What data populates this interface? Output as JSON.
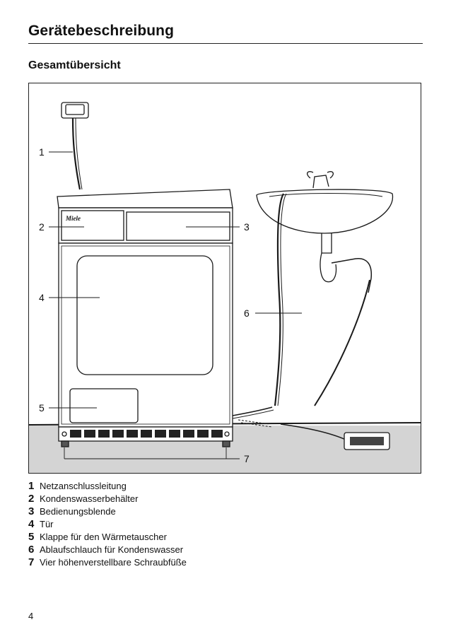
{
  "heading": "Gerätebeschreibung",
  "subheading": "Gesamtübersicht",
  "figure": {
    "brand_logo": "Miele",
    "callouts": [
      "1",
      "2",
      "3",
      "4",
      "5",
      "6",
      "7"
    ]
  },
  "legend": [
    {
      "num": "1",
      "text": "Netzanschlussleitung"
    },
    {
      "num": "2",
      "text": "Kondenswasserbehälter"
    },
    {
      "num": "3",
      "text": "Bedienungsblende"
    },
    {
      "num": "4",
      "text": "Tür"
    },
    {
      "num": "5",
      "text": "Klappe für den Wärmetauscher"
    },
    {
      "num": "6",
      "text": "Ablaufschlauch für Kondenswasser"
    },
    {
      "num": "7",
      "text": "Vier höhenverstellbare Schraubfüße"
    }
  ],
  "page_number": "4"
}
